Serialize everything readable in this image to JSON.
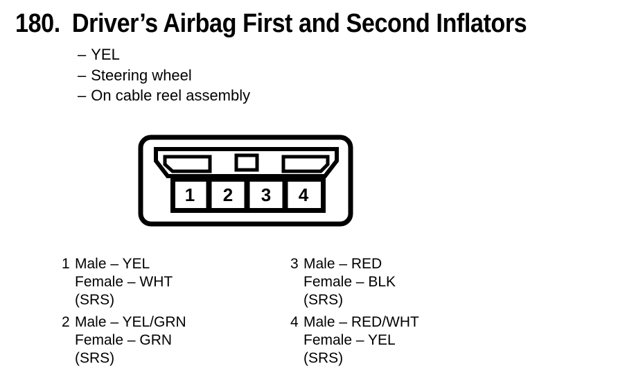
{
  "page": {
    "background": "#ffffff",
    "ink": "#000000"
  },
  "section": {
    "number": "180.",
    "title": "Driver’s Airbag First and Second Inflators"
  },
  "attributes": {
    "dash": "–",
    "items": [
      "YEL",
      "Steering wheel",
      "On cable reel assembly"
    ]
  },
  "connector": {
    "pins": [
      "1",
      "2",
      "3",
      "4"
    ]
  },
  "legend": {
    "columns": [
      {
        "entries": [
          {
            "pin": "1",
            "lines": [
              "Male – YEL",
              "Female – WHT",
              "(SRS)"
            ]
          },
          {
            "pin": "2",
            "lines": [
              "Male – YEL/GRN",
              "Female – GRN",
              "(SRS)"
            ]
          }
        ]
      },
      {
        "entries": [
          {
            "pin": "3",
            "lines": [
              "Male – RED",
              "Female – BLK",
              "(SRS)"
            ]
          },
          {
            "pin": "4",
            "lines": [
              "Male – RED/WHT",
              "Female – YEL",
              "(SRS)"
            ]
          }
        ]
      }
    ]
  }
}
